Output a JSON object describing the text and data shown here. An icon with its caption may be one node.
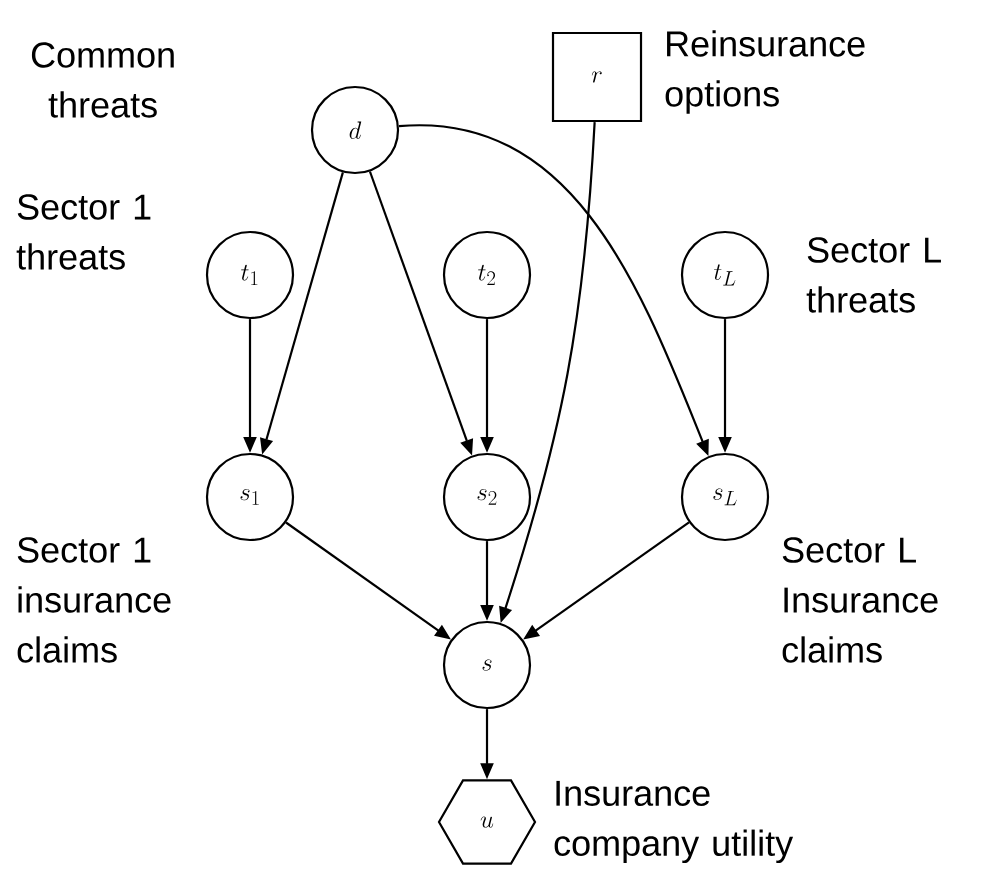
{
  "diagram": {
    "nodes": [
      {
        "text": [
          "d"
        ],
        "beside": [
          "Common threats"
        ]
      },
      {
        "text": [
          "r"
        ],
        "beside": [
          "Reinsurance options"
        ]
      },
      {
        "text": [
          "t_1"
        ],
        "beside": [
          "Sector 1 threats"
        ]
      },
      {
        "text": [
          "t_2"
        ]
      },
      {
        "text": [
          "t_L"
        ],
        "beside": [
          "Sector L threats"
        ]
      },
      {
        "text": [
          "s_1"
        ],
        "beside": [
          "Sector 1 insurance claims"
        ]
      },
      {
        "text": [
          "s_2"
        ]
      },
      {
        "text": [
          "s_L"
        ],
        "beside": [
          "Sector L Insurance claims"
        ]
      },
      {
        "text": [
          "s"
        ]
      },
      {
        "text": [
          "u"
        ],
        "beside": [
          "Insurance company utility"
        ]
      }
    ],
    "edges": [
      {
        "from": 0,
        "to": 5,
        "arrow": "to"
      },
      {
        "from": 2,
        "to": 5,
        "arrow": "to"
      },
      {
        "from": 0,
        "to": 6,
        "arrow": "to"
      },
      {
        "from": 3,
        "to": 6,
        "arrow": "to"
      },
      {
        "from": 0,
        "to": 7,
        "arrow": "to"
      },
      {
        "from": 4,
        "to": 7,
        "arrow": "to"
      },
      {
        "from": 1,
        "to": 8,
        "arrow": "to"
      },
      {
        "from": 5,
        "to": 8,
        "arrow": "to"
      },
      {
        "from": 6,
        "to": 8,
        "arrow": "to"
      },
      {
        "from": 7,
        "to": 8,
        "arrow": "to"
      },
      {
        "from": 8,
        "to": 9,
        "arrow": "to"
      }
    ]
  }
}
